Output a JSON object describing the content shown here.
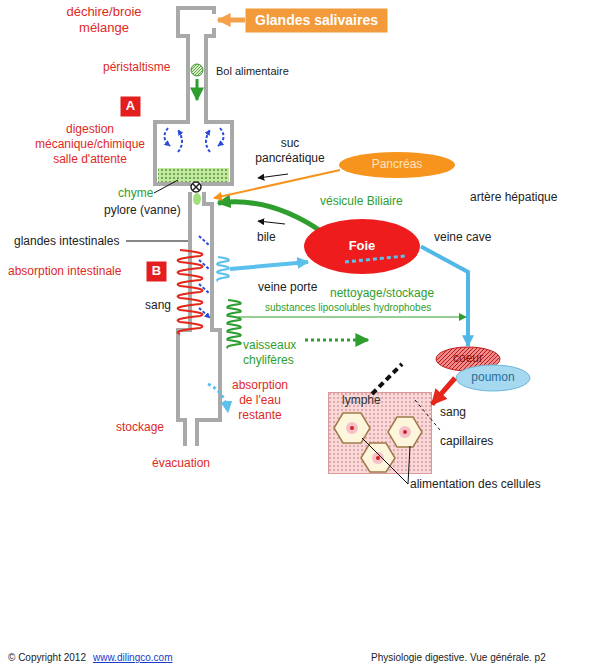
{
  "diagram": {
    "nodes": [
      {
        "text": [
          "Glandes salivaires"
        ]
      },
      {
        "text": [
          "A"
        ]
      },
      {
        "text": [
          "Pancréas"
        ]
      },
      {
        "text": [
          "Foie"
        ]
      },
      {
        "text": [
          "B"
        ]
      },
      {
        "text": [
          "coeur"
        ]
      },
      {
        "text": [
          "poumon"
        ]
      },
      {
        "text": [
          "lymphe"
        ]
      }
    ],
    "edges": [
      {
        "from": 3,
        "to": 5,
        "label": "veine cave",
        "arrow": "to"
      },
      {
        "from": 6,
        "to": 7,
        "label": "sang",
        "arrow": "to"
      }
    ],
    "labels": [
      "déchire/broie mélange",
      "péristaltisme",
      "Bol alimentaire",
      "digestion mécanique/chimique salle d'attente",
      "suc pancréatique",
      "chyme",
      "pylore (vanne)",
      "vésicule Biliaire",
      "artère hépatique",
      "bile",
      "glandes intestinales",
      "absorption intestinale",
      "veine porte",
      "nettoyage/stockage",
      "sang",
      "substances liposolubles hydrophobes",
      "vaisseaux chylifères",
      "absorption de l'eau restante",
      "stockage",
      "capillaires",
      "évacuation",
      "alimentation des cellules",
      "© Copyright 2012",
      "www.dilingco.com",
      "Physiologie digestive. Vue générale. p2"
    ]
  }
}
